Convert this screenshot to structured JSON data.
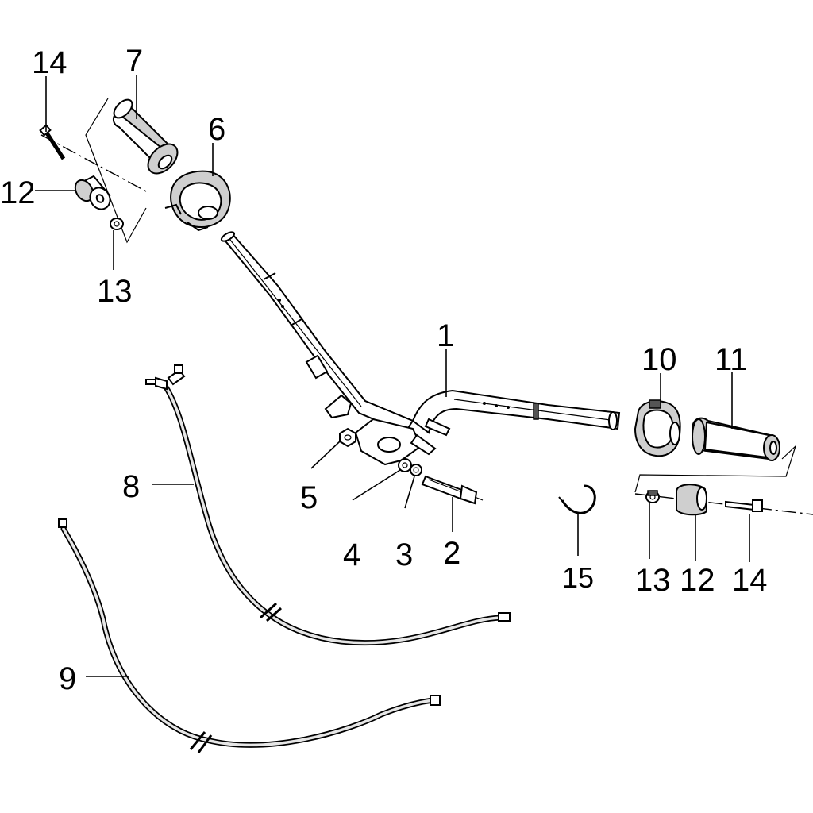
{
  "callouts": {
    "c1": "1",
    "c2": "2",
    "c3": "3",
    "c4": "4",
    "c5": "5",
    "c6": "6",
    "c7": "7",
    "c8": "8",
    "c9": "9",
    "c10": "10",
    "c11": "11",
    "c12_left": "12",
    "c12_right": "12",
    "c13_left": "13",
    "c13_right": "13",
    "c14_left": "14",
    "c14_right": "14",
    "c15": "15"
  },
  "colors": {
    "line": "#000000",
    "background": "#ffffff",
    "shading": "#cfcfcf"
  }
}
